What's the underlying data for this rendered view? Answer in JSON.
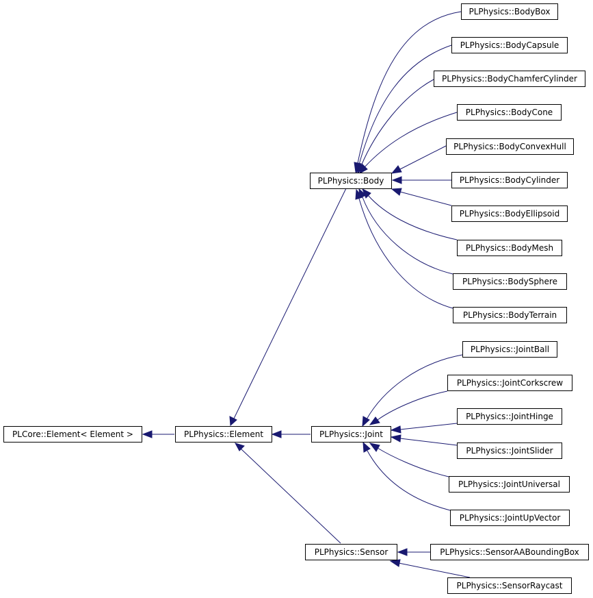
{
  "colors": {
    "edge": "#191970",
    "node_border": "#000000",
    "node_fill": "#ffffff"
  },
  "nodes": {
    "root": "PLCore::Element< Element >",
    "element": "PLPhysics::Element",
    "body": "PLPhysics::Body",
    "joint": "PLPhysics::Joint",
    "sensor": "PLPhysics::Sensor",
    "body_box": "PLPhysics::BodyBox",
    "body_capsule": "PLPhysics::BodyCapsule",
    "body_chamfer_cylinder": "PLPhysics::BodyChamferCylinder",
    "body_cone": "PLPhysics::BodyCone",
    "body_convex_hull": "PLPhysics::BodyConvexHull",
    "body_cylinder": "PLPhysics::BodyCylinder",
    "body_ellipsoid": "PLPhysics::BodyEllipsoid",
    "body_mesh": "PLPhysics::BodyMesh",
    "body_sphere": "PLPhysics::BodySphere",
    "body_terrain": "PLPhysics::BodyTerrain",
    "joint_ball": "PLPhysics::JointBall",
    "joint_corkscrew": "PLPhysics::JointCorkscrew",
    "joint_hinge": "PLPhysics::JointHinge",
    "joint_slider": "PLPhysics::JointSlider",
    "joint_universal": "PLPhysics::JointUniversal",
    "joint_up_vector": "PLPhysics::JointUpVector",
    "sensor_aa_bounding_box": "PLPhysics::SensorAABoundingBox",
    "sensor_raycast": "PLPhysics::SensorRaycast"
  }
}
